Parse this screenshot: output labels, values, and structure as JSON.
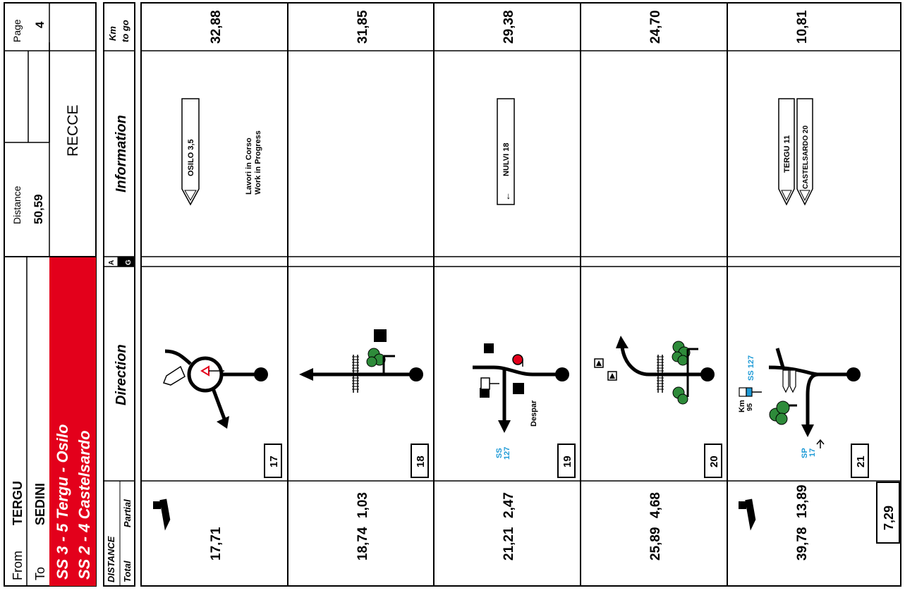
{
  "header": {
    "from_label": "From",
    "from_value": "TERGU",
    "to_label": "To",
    "to_value": "SEDINI",
    "stage_line1": "SS 3 - 5  Tergu - Osilo",
    "stage_line2": "SS 2 - 4  Castelsardo",
    "distance_label": "Distance",
    "distance_value": "50,59",
    "page_label": "Page",
    "page_value": "4",
    "recce": "RECCE",
    "stage_color": "#e3001b"
  },
  "columns": {
    "distance": "DISTANCE",
    "total": "Total",
    "partial": "Partial",
    "direction": "Direction",
    "info": "Information",
    "ag_a": "A",
    "ag_g": "G",
    "km_to_go_1": "Km",
    "km_to_go_2": "to go"
  },
  "rows": [
    {
      "total": "17,71",
      "partial": "",
      "caution": true,
      "box": "17",
      "km_to_go": "32,88",
      "info_text_1": "Lavori in Corso",
      "info_text_2": "Work in Progress",
      "signs": [
        "OSILO 3,5"
      ]
    },
    {
      "total": "18,74",
      "partial": "1,03",
      "caution": false,
      "box": "18",
      "km_to_go": "31,85"
    },
    {
      "total": "21,21",
      "partial": "2,47",
      "caution": false,
      "box": "19",
      "km_to_go": "29,38",
      "road_label_1": "SS",
      "road_label_2": "127",
      "place_label": "Despar",
      "signs": [
        "NULVI 18"
      ]
    },
    {
      "total": "25,89",
      "partial": "4,68",
      "caution": false,
      "box": "20",
      "km_to_go": "24,70"
    },
    {
      "total": "39,78",
      "partial": "13,89",
      "caution": true,
      "box": "21",
      "km_to_go": "10,81",
      "road_label_top": "SS 127",
      "km_marker_1": "Km",
      "km_marker_2": "95",
      "road_label_bottom_1": "SP",
      "road_label_bottom_2": "17",
      "signs": [
        "TERGU 11",
        "CASTELSARDO 20"
      ]
    }
  ],
  "footer": {
    "partial_total": "7,29"
  },
  "colors": {
    "accent_blue": "#1e9ad6",
    "red": "#e3001b",
    "tree_green": "#2e8b3a"
  }
}
